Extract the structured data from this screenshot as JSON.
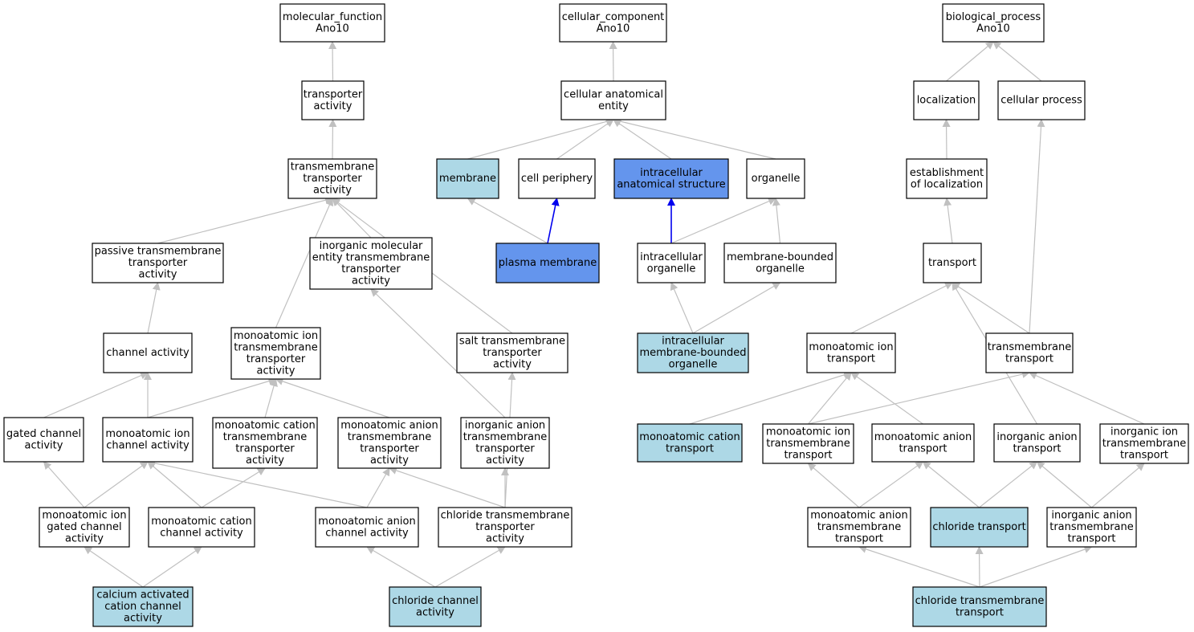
{
  "colors": {
    "default": "#ffffff",
    "annotated": "#add8e6",
    "highlight": "#6495ed",
    "edge": "#c0c0c0",
    "edge_highlight": "#0000ee",
    "border": "#000000"
  },
  "nodes": [
    {
      "id": "mf",
      "lines": [
        "molecular_function",
        "Ano10"
      ],
      "style": "default"
    },
    {
      "id": "cc",
      "lines": [
        "cellular_component",
        "Ano10"
      ],
      "style": "default"
    },
    {
      "id": "bp",
      "lines": [
        "biological_process",
        "Ano10"
      ],
      "style": "default"
    },
    {
      "id": "transporter",
      "lines": [
        "transporter",
        "activity"
      ],
      "style": "default"
    },
    {
      "id": "cae",
      "lines": [
        "cellular anatomical",
        "entity"
      ],
      "style": "default"
    },
    {
      "id": "localization",
      "lines": [
        "localization"
      ],
      "style": "default"
    },
    {
      "id": "cellproc",
      "lines": [
        "cellular process"
      ],
      "style": "default"
    },
    {
      "id": "tmt",
      "lines": [
        "transmembrane",
        "transporter",
        "activity"
      ],
      "style": "default"
    },
    {
      "id": "membrane",
      "lines": [
        "membrane"
      ],
      "style": "annotated"
    },
    {
      "id": "cellper",
      "lines": [
        "cell periphery"
      ],
      "style": "default"
    },
    {
      "id": "ias",
      "lines": [
        "intracellular",
        "anatomical structure"
      ],
      "style": "highlight"
    },
    {
      "id": "organelle",
      "lines": [
        "organelle"
      ],
      "style": "default"
    },
    {
      "id": "estloc",
      "lines": [
        "establishment",
        "of localization"
      ],
      "style": "default"
    },
    {
      "id": "passive",
      "lines": [
        "passive transmembrane",
        "transporter",
        "activity"
      ],
      "style": "default"
    },
    {
      "id": "inorgmol",
      "lines": [
        "inorganic molecular",
        "entity transmembrane",
        "transporter",
        "activity"
      ],
      "style": "default"
    },
    {
      "id": "plasma",
      "lines": [
        "plasma membrane"
      ],
      "style": "highlight"
    },
    {
      "id": "intraorg",
      "lines": [
        "intracellular",
        "organelle"
      ],
      "style": "default"
    },
    {
      "id": "membbound",
      "lines": [
        "membrane-bounded",
        "organelle"
      ],
      "style": "default"
    },
    {
      "id": "transport",
      "lines": [
        "transport"
      ],
      "style": "default"
    },
    {
      "id": "channel",
      "lines": [
        "channel activity"
      ],
      "style": "default"
    },
    {
      "id": "moniontmt",
      "lines": [
        "monoatomic ion",
        "transmembrane",
        "transporter",
        "activity"
      ],
      "style": "default"
    },
    {
      "id": "salt",
      "lines": [
        "salt transmembrane",
        "transporter",
        "activity"
      ],
      "style": "default"
    },
    {
      "id": "imbo",
      "lines": [
        "intracellular",
        "membrane-bounded",
        "organelle"
      ],
      "style": "annotated"
    },
    {
      "id": "monionT",
      "lines": [
        "monoatomic ion",
        "transport"
      ],
      "style": "default"
    },
    {
      "id": "tmtransport",
      "lines": [
        "transmembrane",
        "transport"
      ],
      "style": "default"
    },
    {
      "id": "gated",
      "lines": [
        "gated channel",
        "activity"
      ],
      "style": "default"
    },
    {
      "id": "monionchan",
      "lines": [
        "monoatomic ion",
        "channel activity"
      ],
      "style": "default"
    },
    {
      "id": "moncattmt",
      "lines": [
        "monoatomic cation",
        "transmembrane",
        "transporter",
        "activity"
      ],
      "style": "default"
    },
    {
      "id": "monantmt",
      "lines": [
        "monoatomic anion",
        "transmembrane",
        "transporter",
        "activity"
      ],
      "style": "default"
    },
    {
      "id": "inorganantmt",
      "lines": [
        "inorganic anion",
        "transmembrane",
        "transporter",
        "activity"
      ],
      "style": "default"
    },
    {
      "id": "moncatT",
      "lines": [
        "monoatomic cation",
        "transport"
      ],
      "style": "annotated"
    },
    {
      "id": "monionTmT",
      "lines": [
        "monoatomic ion",
        "transmembrane",
        "transport"
      ],
      "style": "default"
    },
    {
      "id": "monanT",
      "lines": [
        "monoatomic anion",
        "transport"
      ],
      "style": "default"
    },
    {
      "id": "inorganT",
      "lines": [
        "inorganic anion",
        "transport"
      ],
      "style": "default"
    },
    {
      "id": "inorgionTmT",
      "lines": [
        "inorganic ion",
        "transmembrane",
        "transport"
      ],
      "style": "default"
    },
    {
      "id": "monigated",
      "lines": [
        "monoatomic ion",
        "gated channel",
        "activity"
      ],
      "style": "default"
    },
    {
      "id": "moncatchan",
      "lines": [
        "monoatomic cation",
        "channel activity"
      ],
      "style": "default"
    },
    {
      "id": "monanchan",
      "lines": [
        "monoatomic anion",
        "channel activity"
      ],
      "style": "default"
    },
    {
      "id": "cltmt",
      "lines": [
        "chloride transmembrane",
        "transporter",
        "activity"
      ],
      "style": "default"
    },
    {
      "id": "monanTmT",
      "lines": [
        "monoatomic anion",
        "transmembrane",
        "transport"
      ],
      "style": "default"
    },
    {
      "id": "clT",
      "lines": [
        "chloride transport"
      ],
      "style": "annotated"
    },
    {
      "id": "inorganTmT",
      "lines": [
        "inorganic anion",
        "transmembrane",
        "transport"
      ],
      "style": "default"
    },
    {
      "id": "calcium",
      "lines": [
        "calcium activated",
        "cation channel",
        "activity"
      ],
      "style": "annotated"
    },
    {
      "id": "clchan",
      "lines": [
        "chloride channel",
        "activity"
      ],
      "style": "annotated"
    },
    {
      "id": "clTmT",
      "lines": [
        "chloride transmembrane",
        "transport"
      ],
      "style": "annotated"
    }
  ],
  "edges": [
    {
      "from": "transporter",
      "to": "mf"
    },
    {
      "from": "tmt",
      "to": "transporter"
    },
    {
      "from": "passive",
      "to": "tmt"
    },
    {
      "from": "inorgmol",
      "to": "tmt"
    },
    {
      "from": "moniontmt",
      "to": "tmt"
    },
    {
      "from": "salt",
      "to": "tmt"
    },
    {
      "from": "channel",
      "to": "passive"
    },
    {
      "from": "gated",
      "to": "channel"
    },
    {
      "from": "monionchan",
      "to": "channel"
    },
    {
      "from": "monionchan",
      "to": "moniontmt"
    },
    {
      "from": "moncattmt",
      "to": "moniontmt"
    },
    {
      "from": "monantmt",
      "to": "moniontmt"
    },
    {
      "from": "inorganantmt",
      "to": "inorgmol"
    },
    {
      "from": "monigated",
      "to": "gated"
    },
    {
      "from": "monigated",
      "to": "monionchan"
    },
    {
      "from": "moncatchan",
      "to": "monionchan"
    },
    {
      "from": "moncatchan",
      "to": "moncattmt"
    },
    {
      "from": "monanchan",
      "to": "monionchan"
    },
    {
      "from": "monanchan",
      "to": "monantmt"
    },
    {
      "from": "cltmt",
      "to": "monantmt"
    },
    {
      "from": "cltmt",
      "to": "inorganantmt"
    },
    {
      "from": "cltmt",
      "to": "salt"
    },
    {
      "from": "calcium",
      "to": "monigated"
    },
    {
      "from": "calcium",
      "to": "moncatchan"
    },
    {
      "from": "clchan",
      "to": "monanchan"
    },
    {
      "from": "clchan",
      "to": "cltmt"
    },
    {
      "from": "cae",
      "to": "cc"
    },
    {
      "from": "membrane",
      "to": "cae"
    },
    {
      "from": "cellper",
      "to": "cae"
    },
    {
      "from": "ias",
      "to": "cae"
    },
    {
      "from": "organelle",
      "to": "cae"
    },
    {
      "from": "plasma",
      "to": "membrane"
    },
    {
      "from": "plasma",
      "to": "cellper",
      "highlight": true
    },
    {
      "from": "intraorg",
      "to": "ias",
      "highlight": true
    },
    {
      "from": "intraorg",
      "to": "organelle"
    },
    {
      "from": "membbound",
      "to": "organelle"
    },
    {
      "from": "imbo",
      "to": "intraorg"
    },
    {
      "from": "imbo",
      "to": "membbound"
    },
    {
      "from": "localization",
      "to": "bp"
    },
    {
      "from": "cellproc",
      "to": "bp"
    },
    {
      "from": "estloc",
      "to": "localization"
    },
    {
      "from": "transport",
      "to": "estloc"
    },
    {
      "from": "monionT",
      "to": "transport"
    },
    {
      "from": "tmtransport",
      "to": "transport"
    },
    {
      "from": "tmtransport",
      "to": "cellproc"
    },
    {
      "from": "moncatT",
      "to": "monionT"
    },
    {
      "from": "monionTmT",
      "to": "monionT"
    },
    {
      "from": "monionTmT",
      "to": "tmtransport"
    },
    {
      "from": "monanT",
      "to": "monionT"
    },
    {
      "from": "inorganT",
      "to": "transport"
    },
    {
      "from": "inorgionTmT",
      "to": "tmtransport"
    },
    {
      "from": "monanTmT",
      "to": "monionTmT"
    },
    {
      "from": "monanTmT",
      "to": "monanT"
    },
    {
      "from": "clT",
      "to": "monanT"
    },
    {
      "from": "clT",
      "to": "inorganT"
    },
    {
      "from": "inorganTmT",
      "to": "inorganT"
    },
    {
      "from": "inorganTmT",
      "to": "inorgionTmT"
    },
    {
      "from": "clTmT",
      "to": "monanTmT"
    },
    {
      "from": "clTmT",
      "to": "clT"
    },
    {
      "from": "clTmT",
      "to": "inorganTmT"
    }
  ]
}
